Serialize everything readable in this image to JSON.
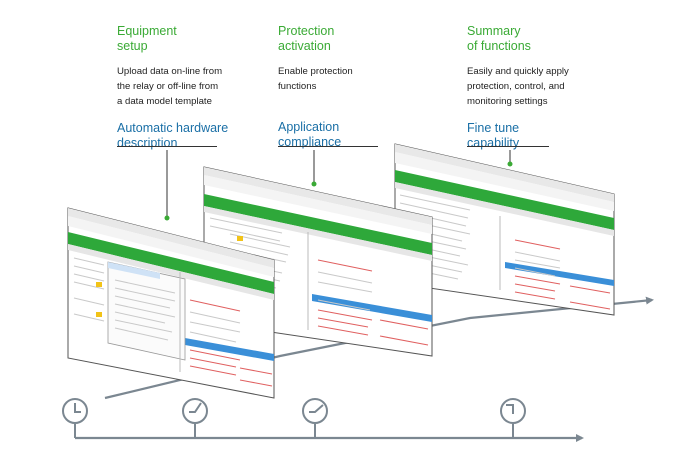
{
  "steps": [
    {
      "title": "Equipment\nsetup",
      "description": "Upload data on-line from\nthe relay or off-line from\na data model template",
      "capability": "Automatic hardware\ndescription"
    },
    {
      "title": "Protection\nactivation",
      "description": "Enable protection\nfunctions",
      "capability": "Application\ncompliance"
    },
    {
      "title": "Summary\nof functions",
      "description": "Easily and quickly apply\nprotection, control, and\nmonitoring settings",
      "capability": "Fine tune\ncapability"
    }
  ],
  "colors": {
    "step_title": "#3aaa35",
    "capability": "#1a6fa6",
    "timeline": "#7b8791",
    "toolbar_green": "#2ea83a",
    "selection_blue": "#3a8fd8"
  },
  "timeline_clocks": [
    "clock-icon",
    "clock-icon",
    "clock-icon",
    "clock-icon"
  ]
}
